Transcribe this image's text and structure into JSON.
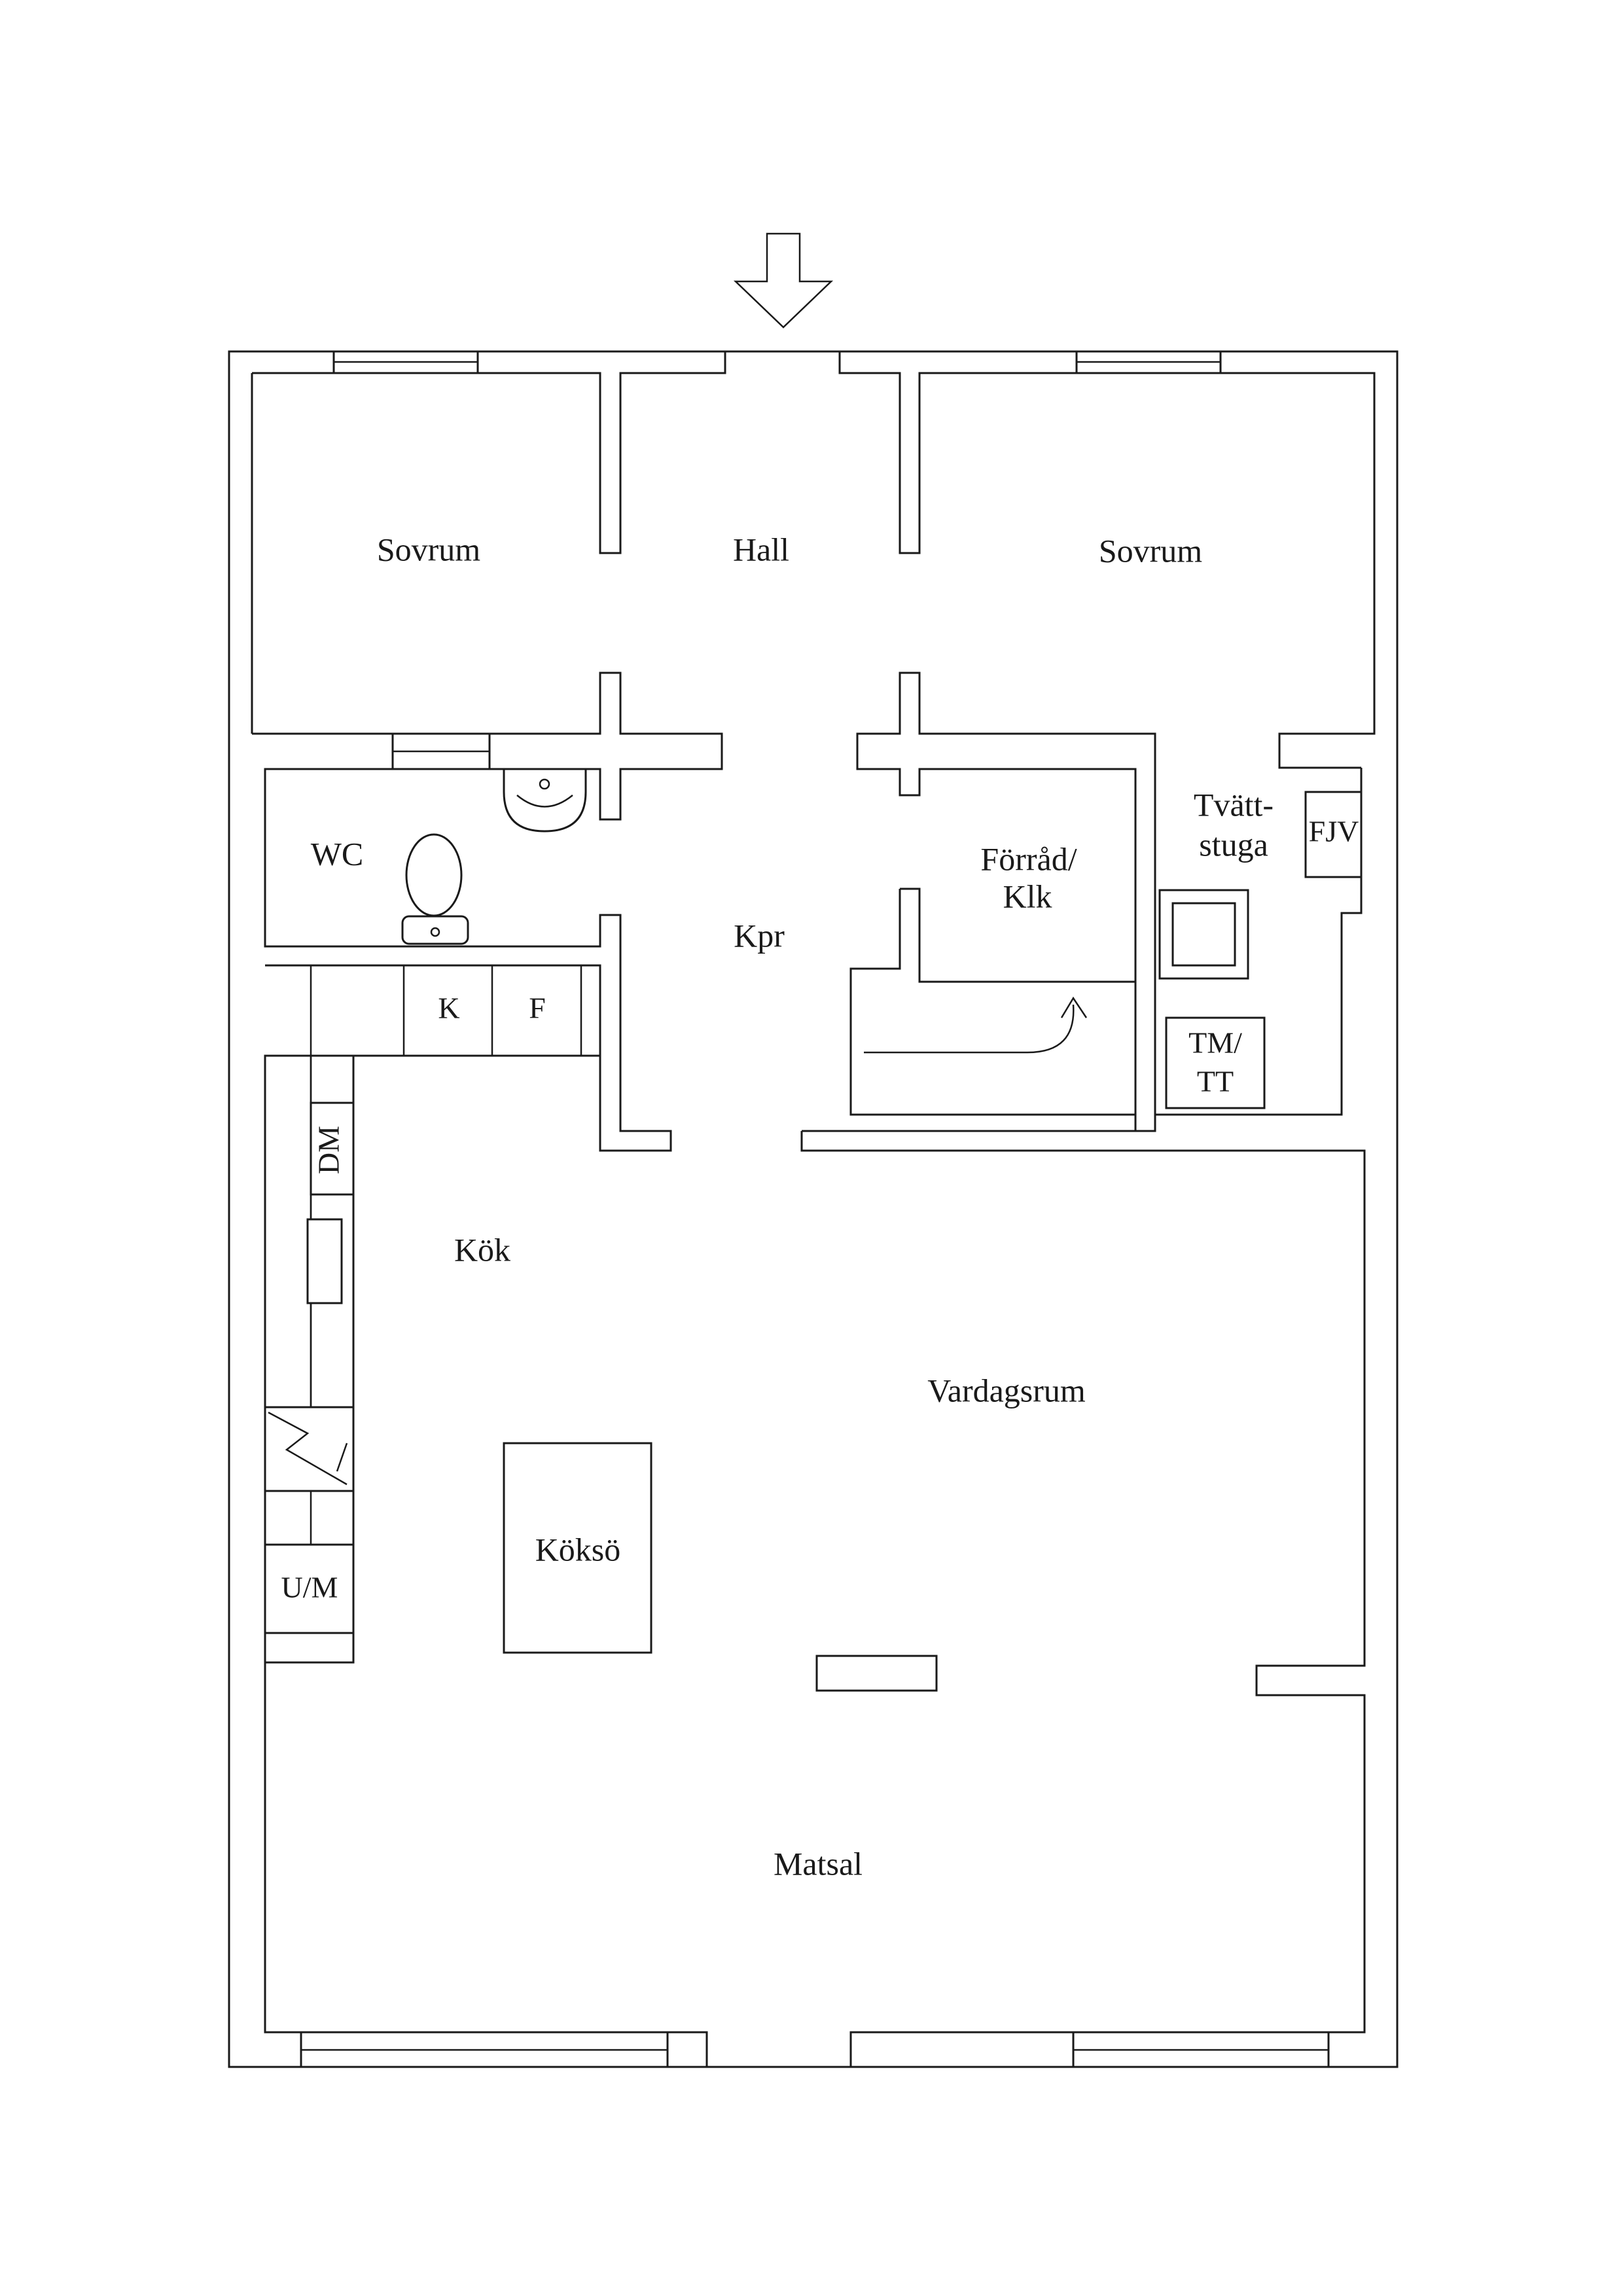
{
  "rooms": {
    "sovrum_left": "Sovrum",
    "hall": "Hall",
    "sovrum_right": "Sovrum",
    "wc": "WC",
    "forrad_line1": "Förråd/",
    "forrad_line2": "Klk",
    "kpr": "Kpr",
    "tvatt_line1": "Tvätt-",
    "tvatt_line2": "stuga",
    "kok": "Kök",
    "vardagsrum": "Vardagsrum",
    "koksö": "Köksö",
    "matsal": "Matsal"
  },
  "fixtures": {
    "fjv": "FJV",
    "k": "K",
    "f": "F",
    "dm": "DM",
    "tm_line1": "TM/",
    "tm_line2": "TT",
    "um": "U/M"
  },
  "icons": {
    "entrance": "entrance-arrow-icon",
    "toilet": "toilet-icon",
    "sink": "sink-icon",
    "stairs": "stairs-arrow-icon",
    "stove": "stove-icon",
    "washer": "washing-machine-icon"
  }
}
